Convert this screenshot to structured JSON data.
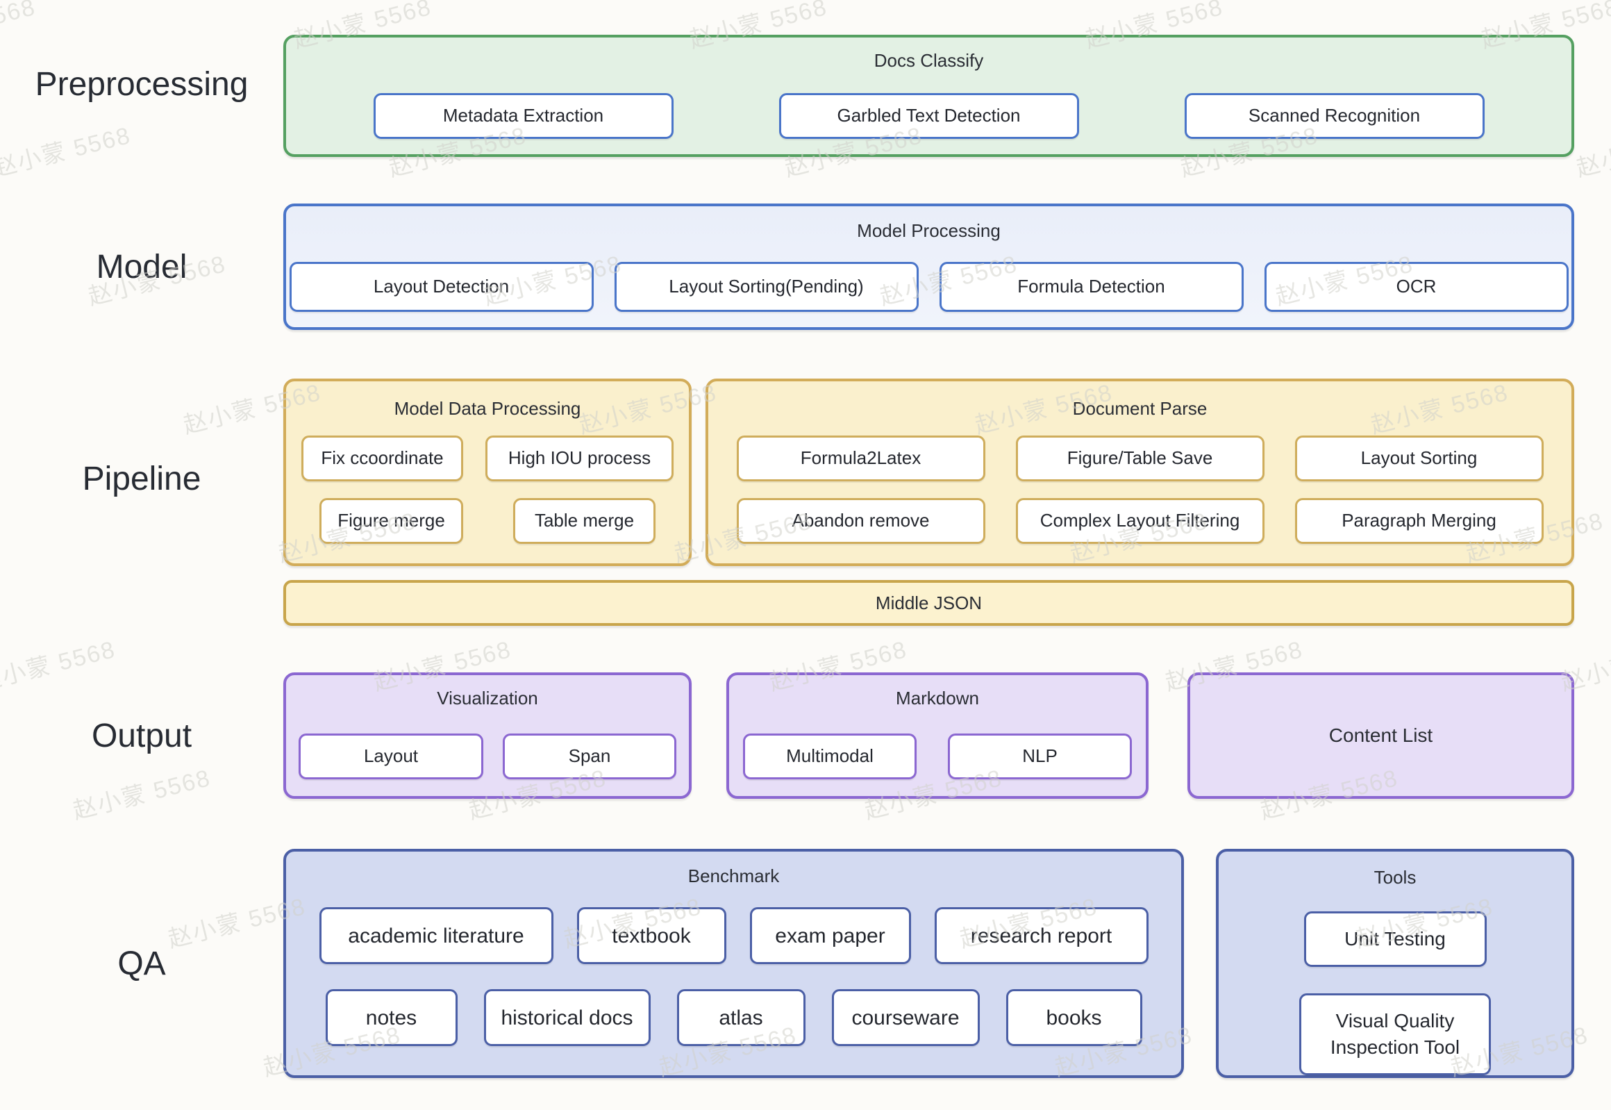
{
  "watermark": {
    "text": "赵小蒙 5568"
  },
  "stages": {
    "preprocessing": "Preprocessing",
    "model": "Model",
    "pipeline": "Pipeline",
    "output": "Output",
    "qa": "QA"
  },
  "preprocessing": {
    "title": "Docs Classify",
    "items": [
      "Metadata Extraction",
      "Garbled Text Detection",
      "Scanned Recognition"
    ]
  },
  "model": {
    "title": "Model Processing",
    "items": [
      "Layout Detection",
      "Layout Sorting(Pending)",
      "Formula Detection",
      "OCR"
    ]
  },
  "pipeline": {
    "model_data_processing": {
      "title": "Model Data Processing",
      "row1": [
        "Fix ccoordinate",
        "High IOU process"
      ],
      "row2": [
        "Figure merge",
        "Table merge"
      ]
    },
    "document_parse": {
      "title": "Document Parse",
      "row1": [
        "Formula2Latex",
        "Figure/Table Save",
        "Layout Sorting"
      ],
      "row2": [
        "Abandon remove",
        "Complex Layout Filtering",
        "Paragraph Merging"
      ]
    },
    "middle_json": "Middle JSON"
  },
  "output": {
    "visualization": {
      "title": "Visualization",
      "items": [
        "Layout",
        "Span"
      ]
    },
    "markdown": {
      "title": "Markdown",
      "items": [
        "Multimodal",
        "NLP"
      ]
    },
    "content_list": {
      "title": "Content List"
    }
  },
  "qa": {
    "benchmark": {
      "title": "Benchmark",
      "row1": [
        "academic literature",
        "textbook",
        "exam paper",
        "research report"
      ],
      "row2": [
        "notes",
        "historical docs",
        "atlas",
        "courseware",
        "books"
      ]
    },
    "tools": {
      "title": "Tools",
      "items": [
        "Unit Testing",
        "Visual Quality Inspection Tool"
      ]
    }
  },
  "palette": {
    "background": "#fcfbf8",
    "green_border": "#55a061",
    "green_fill": "#e3f1e4",
    "blue_border": "#4a75c9",
    "blue_fill": "#ebeffa",
    "yellow_border": "#d2ac59",
    "yellow_fill": "#faf0cd",
    "middle_json_border": "#c8a54b",
    "middle_json_fill": "#fcf2cf",
    "purple_border": "#8b67d1",
    "purple_fill": "#e7def7",
    "periwinkle_border": "#4b5fa6",
    "periwinkle_fill": "#d3daf1",
    "text": "#24272e",
    "watermark_gray": "#d2d2cc"
  }
}
